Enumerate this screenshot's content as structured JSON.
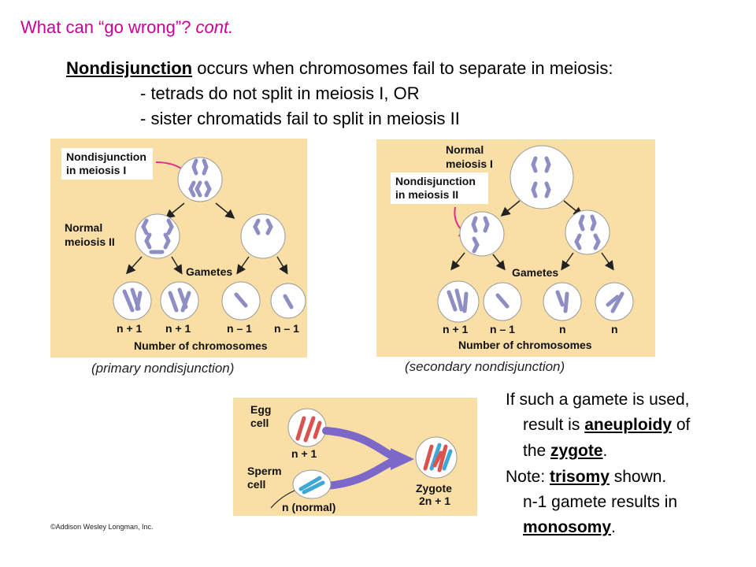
{
  "slide": {
    "title_main": "What can “go wrong”? ",
    "title_cont": "cont.",
    "intro": {
      "term": "Nondisjunction",
      "rest": " occurs when chromosomes fail to separate in meiosis:",
      "bullet1": "- tetrads do not split in meiosis I, OR",
      "bullet2": "- sister chromatids fail to split in meiosis II"
    }
  },
  "diagram_primary": {
    "callout": "Nondisjunction\nin meiosis I",
    "meiosis_label": "Normal\nmeiosis II",
    "gametes": "Gametes",
    "counts": [
      "n + 1",
      "n + 1",
      "n – 1",
      "n – 1"
    ],
    "footer": "Number of chromosomes",
    "caption": "(primary nondisjunction)"
  },
  "diagram_secondary": {
    "label_top": "Normal\nmeiosis I",
    "callout": "Nondisjunction\nin meiosis II",
    "gametes": "Gametes",
    "counts": [
      "n + 1",
      "n – 1",
      "n",
      "n"
    ],
    "footer": "Number of chromosomes",
    "caption": "(secondary nondisjunction)"
  },
  "diagram_zygote": {
    "egg": "Egg\ncell",
    "egg_count": "n + 1",
    "sperm": "Sperm\ncell",
    "sperm_count": "n (normal)",
    "zygote": "Zygote",
    "zygote_count": "2n + 1",
    "credit": "©Addison Wesley Longman, Inc."
  },
  "notes": {
    "l1": "If such a gamete is used,",
    "l2a": "result is ",
    "l2b": "aneuploidy",
    "l2c": " of",
    "l3a": "the ",
    "l3b": "zygote",
    "l3c": ".",
    "l4a": "Note: ",
    "l4b": "trisomy",
    "l4c": " shown.",
    "l5": "n-1 gamete results in",
    "l6a": "monosomy",
    "l6b": "."
  },
  "colors": {
    "title": "#cc0099",
    "panel": "#f9dfa6",
    "chromosome": "#8e8ec4",
    "egg_chromosome": "#d9534f",
    "sperm_chromosome": "#3fa7d6",
    "arrow_purple": "#7b68c8",
    "callout_arrow": "#e0338c"
  }
}
